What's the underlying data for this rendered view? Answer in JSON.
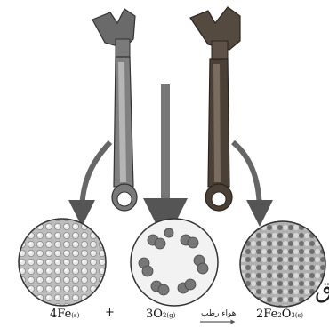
{
  "equation": {
    "reactant_iron": {
      "coef": "4Fe",
      "state": "(s)"
    },
    "plus": "+",
    "reactant_oxygen": {
      "coef": "3O",
      "subscript": "2",
      "state": "(g)"
    },
    "condition": "هواء رطب",
    "product_rust": {
      "coef": "2Fe",
      "sub1": "2",
      "mid": "O",
      "sub2": "3",
      "state": "(s)"
    }
  },
  "edge_glyph": "ق",
  "colors": {
    "background": "#ffffff",
    "wrench_metal": "#5a5a5a",
    "wrench_light": "#9a9a9a",
    "rusty_wrench": "#4a4036",
    "arrow": "#666666",
    "circle_fill": "#c8c8c8",
    "oxygen_blob": "#777777"
  },
  "icons": {
    "left_wrench": "clean-wrench-icon",
    "right_wrench": "rusty-wrench-icon",
    "arrow_left": "curved-down-arrow-icon",
    "arrow_middle": "straight-down-arrow-icon",
    "arrow_right": "curved-down-arrow-icon"
  }
}
